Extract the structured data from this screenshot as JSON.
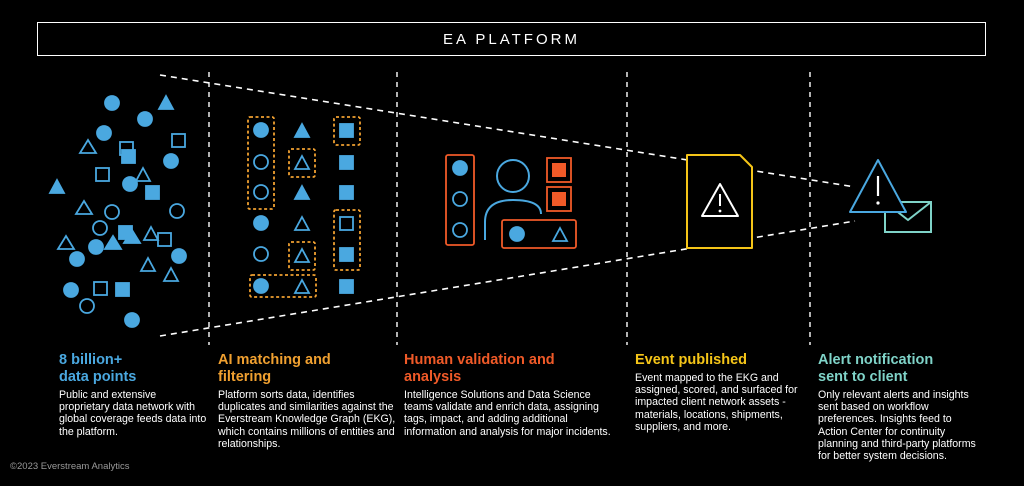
{
  "header": {
    "title": "EA PLATFORM"
  },
  "colors": {
    "blue": "#4aa8e0",
    "orange": "#f0883a",
    "red_orange": "#f05a28",
    "yellow": "#f5c518",
    "teal": "#7fd3c8",
    "white": "#ffffff"
  },
  "stages": [
    {
      "heading": "8 billion+\ndata points",
      "body": "Public and extensive proprietary data network with global coverage feeds data into the platform.",
      "color": "#4aa8e0",
      "icon": "data-points-icon"
    },
    {
      "heading": "AI matching and\nfiltering",
      "body": "Platform sorts data, identifies duplicates and similarities against the Everstream Knowledge Graph (EKG), which contains millions of entities and relationships.",
      "color": "#f0a030",
      "icon": "matching-grid-icon"
    },
    {
      "heading": "Human validation and\nanalysis",
      "body": "Intelligence Solutions and Data Science teams validate and enrich data, assigning tags, impact, and adding additional information and analysis for major incidents.",
      "color": "#f05a28",
      "icon": "analyst-icon"
    },
    {
      "heading": "Event published",
      "body": "Event mapped to the EKG and assigned, scored, and surfaced for impacted client network assets - materials, locations, shipments, suppliers, and more.",
      "color": "#f5c518",
      "icon": "warning-document-icon"
    },
    {
      "heading": "Alert notification\nsent to client",
      "body": "Only relevant alerts and insights sent based on workflow preferences. Insights feed to Action Center for continuity planning and third-party platforms for better system decisions.",
      "color": "#7fd3c8",
      "icon": "alert-envelope-icon"
    }
  ],
  "footer": {
    "copyright": "©2023 Everstream Analytics"
  }
}
